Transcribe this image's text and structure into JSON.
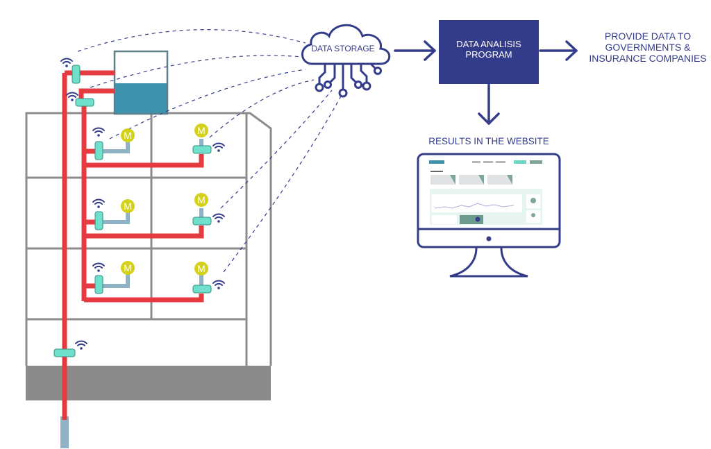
{
  "diagram": {
    "cloud_label": "DATA STORAGE",
    "program_label": "DATA ANALISIS\nPROGRAM",
    "provide_label": "PROVIDE DATA TO\nGOVERNMENTS &\nINSURANCE COMPANIES",
    "results_label": "RESULTS IN THE WEBSITE",
    "meter_glyph": "M",
    "colors": {
      "navy": "#333c8a",
      "pipe_red": "#e53a3f",
      "pipe_blue": "#8fb3c4",
      "valve": "#6fe0cc",
      "meter": "#d4d11b",
      "wall": "#8c8c8c",
      "ground": "#8a8a8a",
      "water": "#3d93ab"
    },
    "icons": [
      "cloud-network-icon",
      "wifi-icon",
      "meter-icon",
      "valve-icon",
      "monitor-icon",
      "arrow-icon"
    ]
  }
}
